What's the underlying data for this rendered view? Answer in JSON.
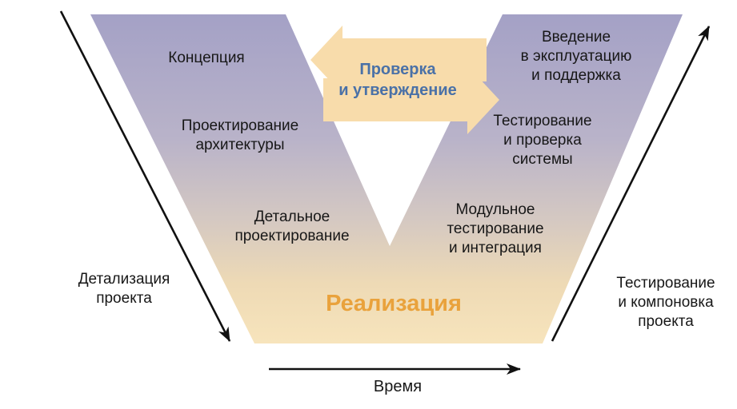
{
  "labels": {
    "concept": "Концепция",
    "architecture": "Проектирование\nархитектуры",
    "detailed_design": "Детальное\nпроектирование",
    "implementation": "Реализация",
    "module_testing": "Модульное\nтестирование\nи интеграция",
    "system_testing": "Тестирование\nи проверка\nсистемы",
    "deployment": "Введение\nв эксплуатацию\nи поддержка",
    "verification": "Проверка\nи утверждение",
    "left_axis": "Детализация\nпроекта",
    "right_axis": "Тестирование\nи компоновка\nпроекта",
    "time_axis": "Время"
  },
  "colors": {
    "v_top": "#a4a1c6",
    "v_upper": "#b9b3c9",
    "v_mid": "#d4c8c2",
    "v_lower": "#eedab5",
    "v_bottom": "#f7e4bc",
    "arrow_shape": "#f8dcab",
    "verification_text": "#4a71a7",
    "implementation_text": "#e9a23c",
    "arrow_line": "#111111"
  }
}
